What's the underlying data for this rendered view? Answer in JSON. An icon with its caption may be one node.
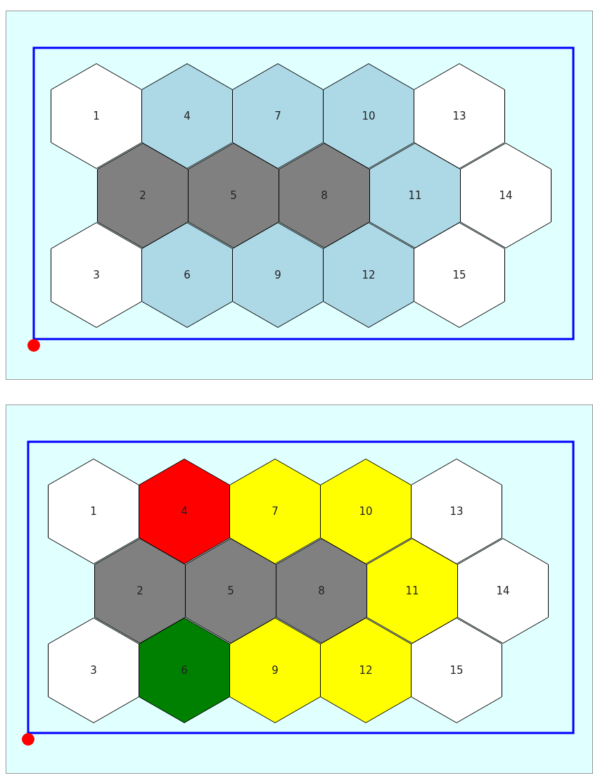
{
  "diagram": {
    "nodes": [
      {
        "text": [
          "1"
        ]
      },
      {
        "text": [
          "2"
        ]
      },
      {
        "text": [
          "3"
        ]
      },
      {
        "text": [
          "4"
        ]
      },
      {
        "text": [
          "5"
        ]
      },
      {
        "text": [
          "6"
        ]
      },
      {
        "text": [
          "7"
        ]
      },
      {
        "text": [
          "8"
        ]
      },
      {
        "text": [
          "9"
        ]
      },
      {
        "text": [
          "10"
        ]
      },
      {
        "text": [
          "11"
        ]
      },
      {
        "text": [
          "12"
        ]
      },
      {
        "text": [
          "13"
        ]
      },
      {
        "text": [
          "14"
        ]
      },
      {
        "text": [
          "15"
        ]
      },
      {
        "text": [
          "1"
        ]
      },
      {
        "text": [
          "2"
        ]
      },
      {
        "text": [
          "3"
        ]
      },
      {
        "text": [
          "4"
        ]
      },
      {
        "text": [
          "5"
        ]
      },
      {
        "text": [
          "6"
        ]
      },
      {
        "text": [
          "7"
        ]
      },
      {
        "text": [
          "8"
        ]
      },
      {
        "text": [
          "9"
        ]
      },
      {
        "text": [
          "10"
        ]
      },
      {
        "text": [
          "11"
        ]
      },
      {
        "text": [
          "12"
        ]
      },
      {
        "text": [
          "13"
        ]
      },
      {
        "text": [
          "14"
        ]
      },
      {
        "text": [
          "15"
        ]
      }
    ]
  }
}
